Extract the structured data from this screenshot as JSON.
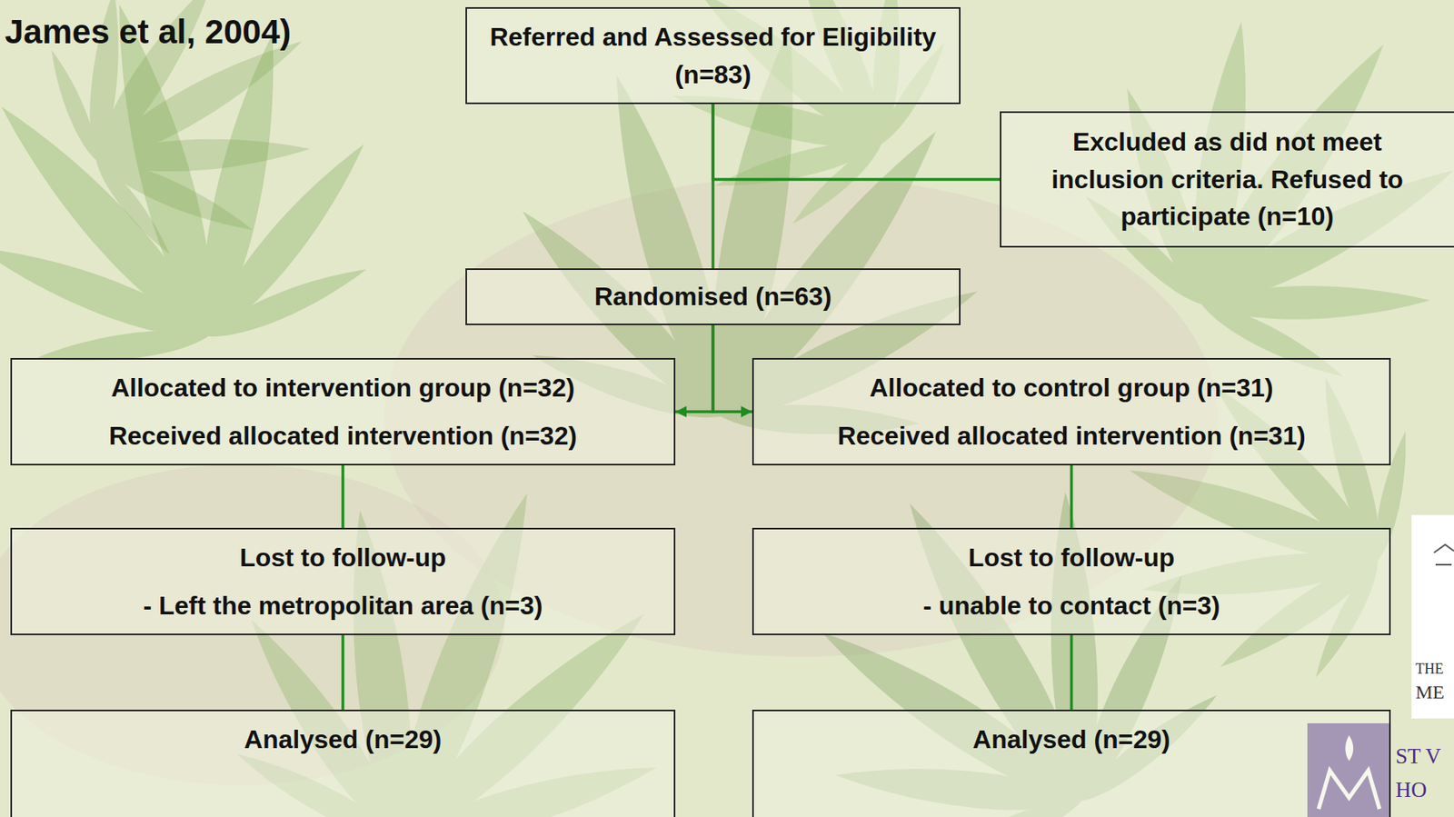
{
  "diagram": {
    "title": "James et al, 2004)",
    "nodes": [
      {
        "text": [
          "Referred and Assessed for Eligibility (n=83)"
        ]
      },
      {
        "text": [
          "Excluded as did not meet inclusion criteria. Refused to participate (n=10)"
        ]
      },
      {
        "text": [
          "Randomised (n=63)"
        ]
      },
      {
        "text": [
          "Allocated to intervention group (n=32)",
          "Received allocated intervention (n=32)"
        ]
      },
      {
        "text": [
          "Allocated to control group (n=31)",
          "Received allocated intervention (n=31)"
        ]
      },
      {
        "text": [
          "Lost to follow-up",
          "- Left the metropolitan area (n=3)"
        ]
      },
      {
        "text": [
          "Lost to follow-up",
          "- unable to contact (n=3)"
        ]
      },
      {
        "text": [
          "Analysed (n=29)"
        ]
      },
      {
        "text": [
          "Analysed (n=29)"
        ]
      }
    ],
    "edges": [
      {
        "from": 0,
        "to": 1,
        "arrow": "none"
      },
      {
        "from": 0,
        "to": 2,
        "arrow": "none"
      },
      {
        "from": 2,
        "to": 3,
        "arrow": "to"
      },
      {
        "from": 2,
        "to": 4,
        "arrow": "to"
      },
      {
        "from": 3,
        "to": 5,
        "arrow": "none"
      },
      {
        "from": 5,
        "to": 7,
        "arrow": "none"
      },
      {
        "from": 4,
        "to": 6,
        "arrow": "none"
      },
      {
        "from": 6,
        "to": 8,
        "arrow": "none"
      }
    ],
    "labels": [
      "THE",
      "ME",
      "ST V",
      "HO"
    ]
  }
}
